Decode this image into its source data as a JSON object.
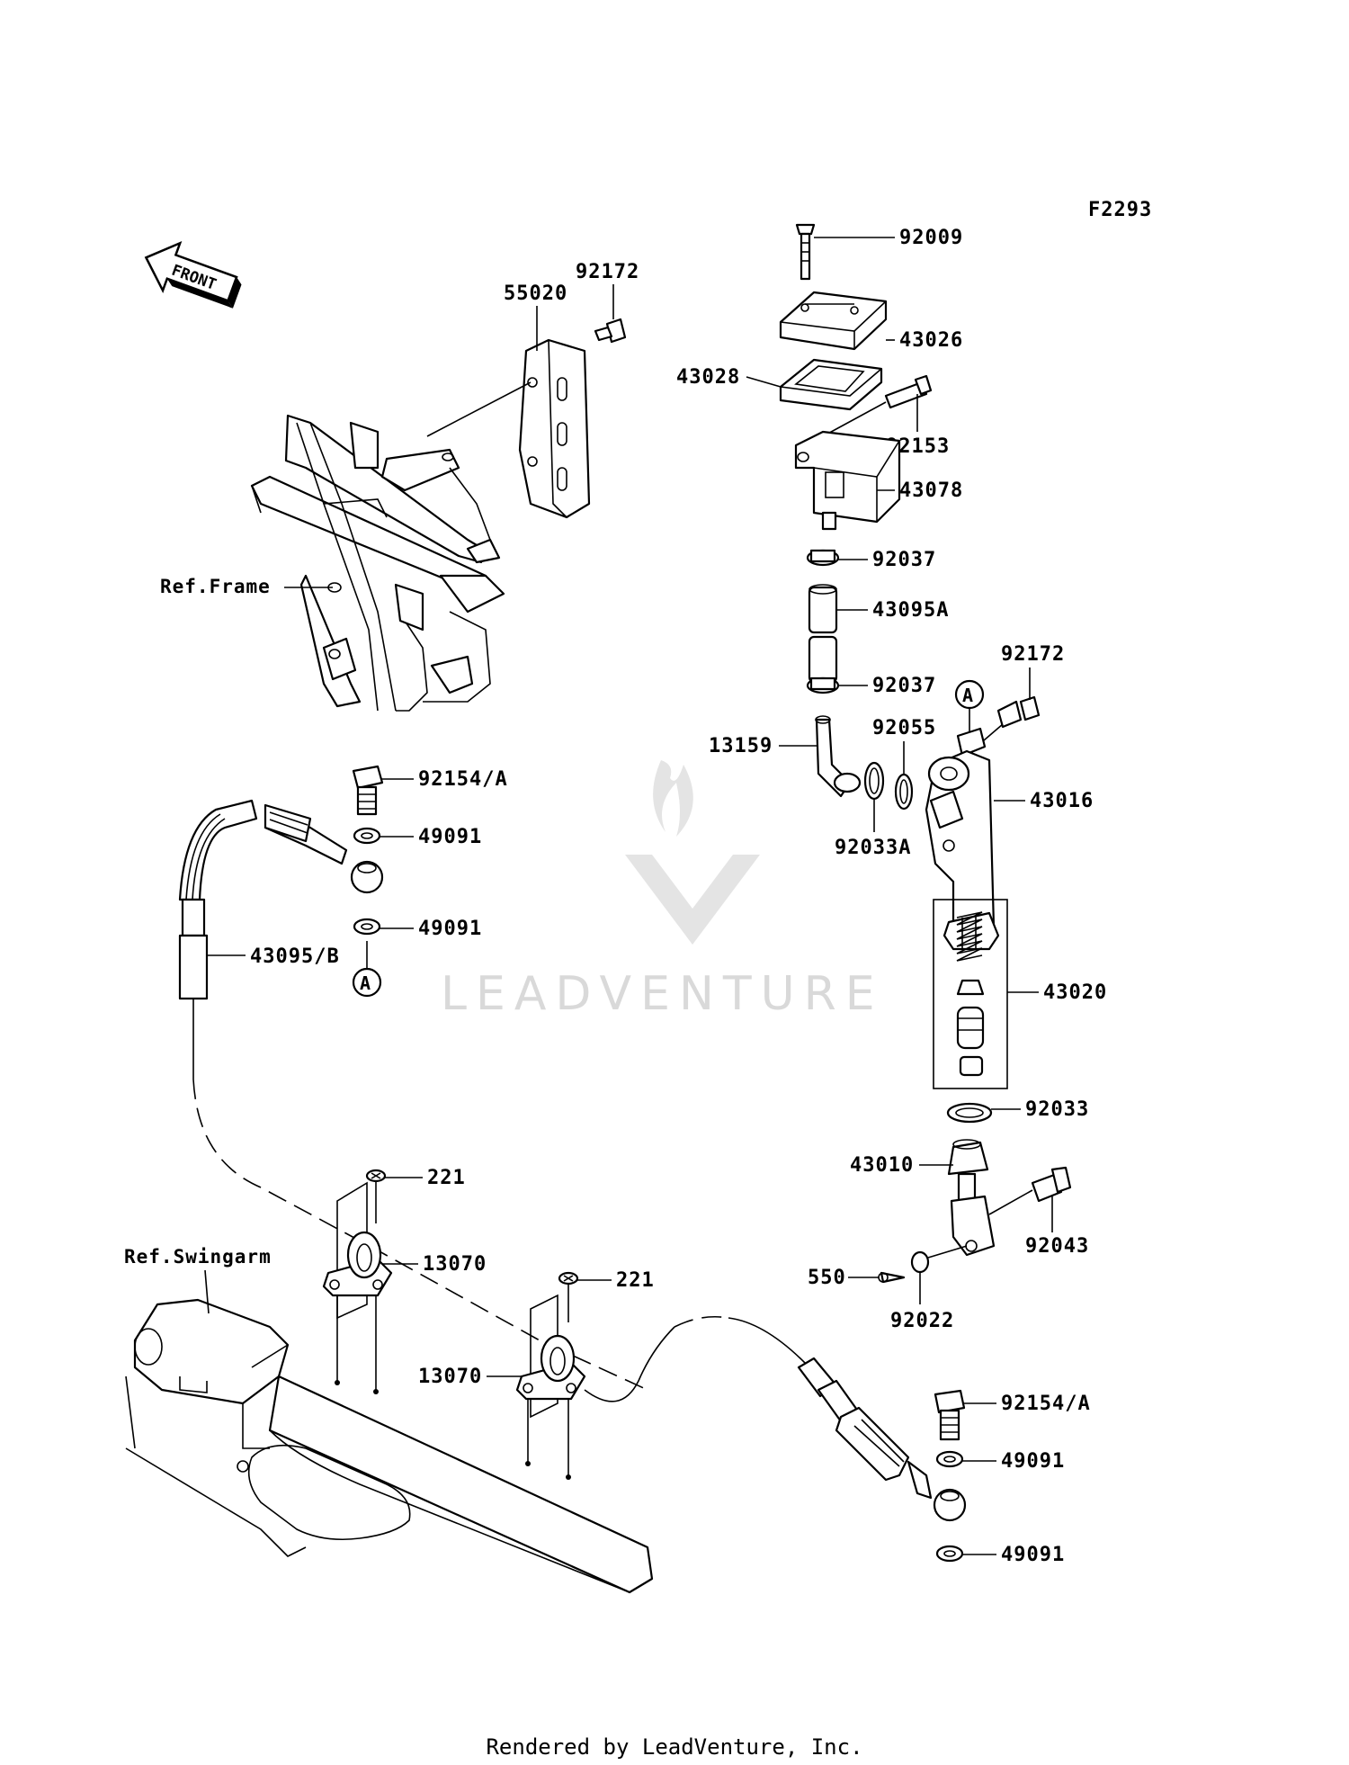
{
  "diagram_code": "F2293",
  "direction_marker": "FRONT",
  "watermark": "LEADVENTURE",
  "footer": "Rendered by LeadVenture, Inc.",
  "reference_labels": {
    "frame": "Ref.Frame",
    "swingarm": "Ref.Swingarm"
  },
  "connector_tag": "A",
  "parts": {
    "p92172_guard": "92172",
    "p55020": "55020",
    "p92009": "92009",
    "p43026": "43026",
    "p43028": "43028",
    "p92153": "92153",
    "p43078": "43078",
    "p92037_top": "92037",
    "p43095A": "43095A",
    "p92037_bottom": "92037",
    "p92172_cyl": "92172",
    "p92055": "92055",
    "p13159": "13159",
    "p43016": "43016",
    "p92033A": "92033A",
    "p43020": "43020",
    "p92033": "92033",
    "p43010": "43010",
    "p92043": "92043",
    "p550": "550",
    "p92022": "92022",
    "p92154A_top": "92154/A",
    "p49091_a": "49091",
    "p49091_b": "49091",
    "p43095B": "43095/B",
    "p221_a": "221",
    "p13070_a": "13070",
    "p221_b": "221",
    "p13070_b": "13070",
    "p92154A_bottom": "92154/A",
    "p49091_c": "49091",
    "p49091_d": "49091"
  }
}
